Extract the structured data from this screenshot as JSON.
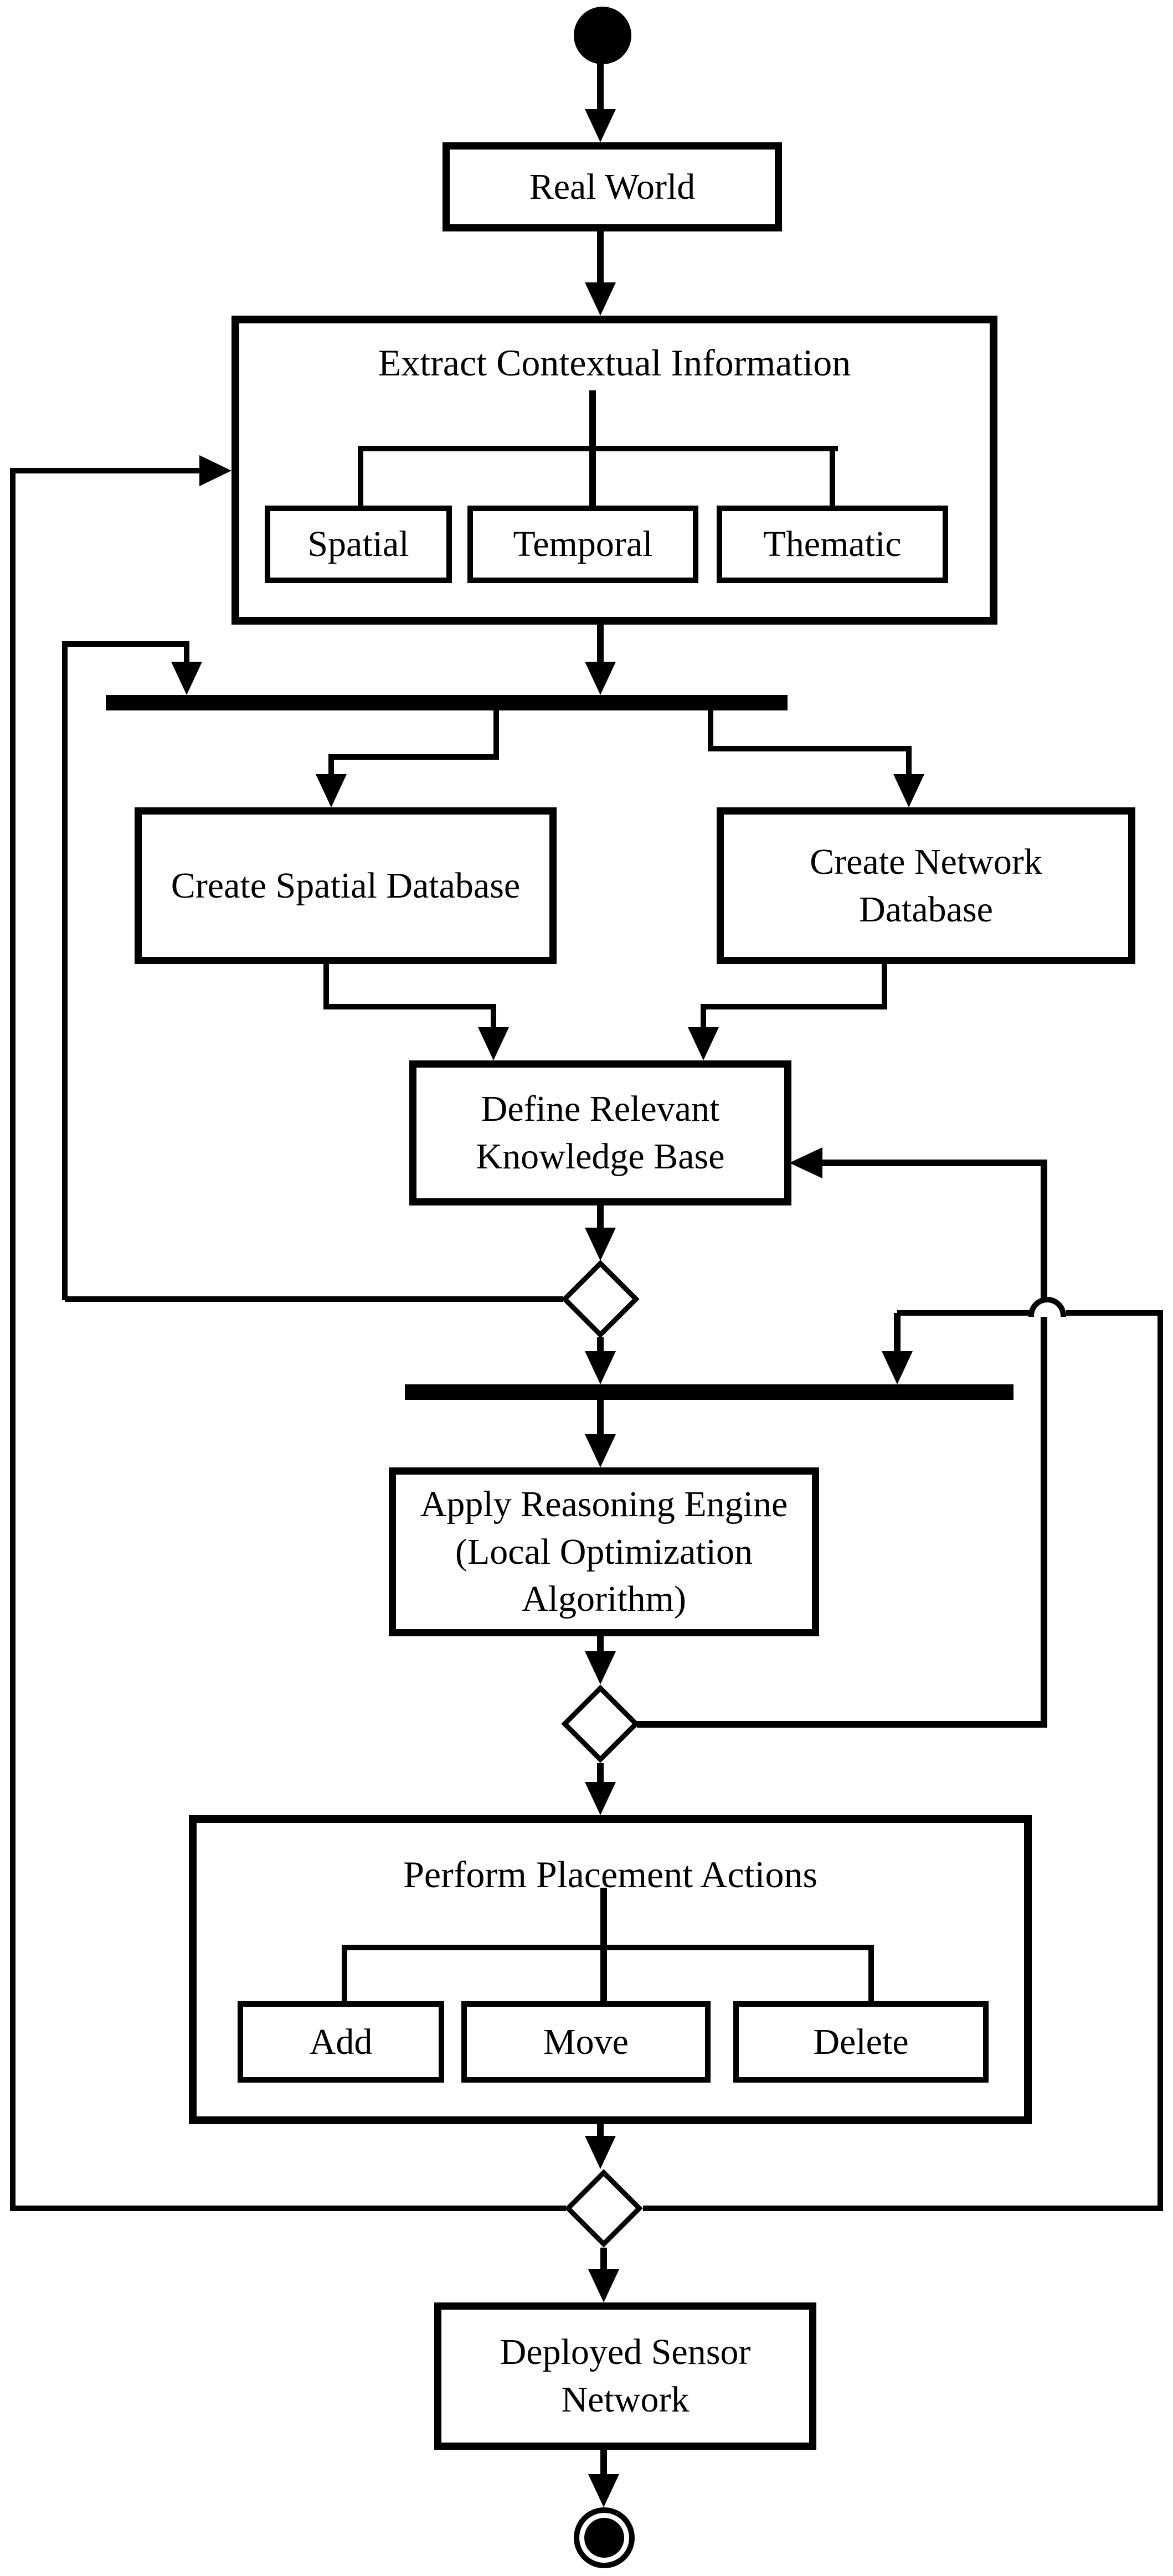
{
  "page": {
    "background": "#ffffff",
    "ink": "#000000",
    "description": "UML activity diagram flowchart, black and white"
  },
  "diagram": {
    "type": "uml-activity-flowchart",
    "nodes": {
      "real_world": {
        "label": "Real World"
      },
      "extract_contextual_information": {
        "label": "Extract Contextual Information"
      },
      "spatial": {
        "label": "Spatial"
      },
      "temporal": {
        "label": "Temporal"
      },
      "thematic": {
        "label": "Thematic"
      },
      "create_spatial_database": {
        "label": "Create Spatial Database"
      },
      "create_network_database": {
        "label": "Create Network\nDatabase"
      },
      "define_relevant_knowledge_base": {
        "label": "Define Relevant\nKnowledge Base"
      },
      "apply_reasoning_engine": {
        "label": "Apply Reasoning Engine\n(Local Optimization\nAlgorithm)"
      },
      "perform_placement_actions": {
        "label": "Perform Placement Actions"
      },
      "add": {
        "label": "Add"
      },
      "move": {
        "label": "Move"
      },
      "delete": {
        "label": "Delete"
      },
      "deployed_sensor_network": {
        "label": "Deployed Sensor\nNetwork"
      }
    }
  }
}
